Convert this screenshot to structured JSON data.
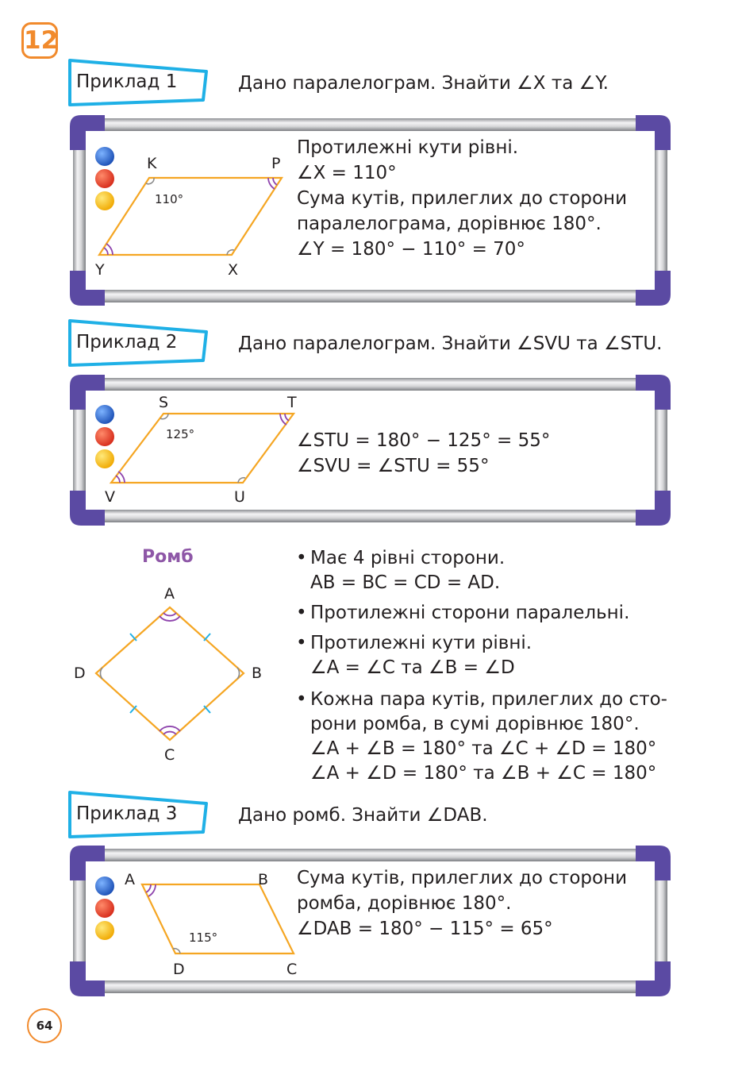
{
  "chapter": "12",
  "page_number": "64",
  "colors": {
    "accent_orange": "#f18a2c",
    "tag_blue": "#1fb0e6",
    "frame_purple": "#5b4aa3",
    "figure_orange": "#f5a623",
    "angle_purple": "#8e44ad",
    "title_purple": "#8e57a7"
  },
  "example1": {
    "label": "Приклад 1",
    "task": "Дано паралелограм. Знайти ∠X та ∠Y.",
    "figure": {
      "K": "K",
      "P": "P",
      "Y": "Y",
      "X": "X",
      "angle": "110°"
    },
    "solution": [
      "Протилежні кути рівні.",
      "∠X = 110°",
      "Сума кутів, прилеглих до сторони",
      "паралелограма, дорівнює 180°.",
      "∠Y = 180° − 110° = 70°"
    ]
  },
  "example2": {
    "label": "Приклад 2",
    "task": "Дано паралелограм. Знайти ∠SVU та ∠STU.",
    "figure": {
      "S": "S",
      "T": "T",
      "V": "V",
      "U": "U",
      "angle": "125°"
    },
    "solution": [
      "∠STU = 180° − 125° = 55°",
      "∠SVU = ∠STU = 55°"
    ]
  },
  "rhombus": {
    "title": "Ромб",
    "figure": {
      "A": "A",
      "B": "B",
      "C": "C",
      "D": "D"
    },
    "bullet_symbol": "•",
    "bullets": [
      [
        "Має 4 рівні сторони.",
        "AB = BC = CD = AD."
      ],
      [
        "Протилежні сторони паралельні."
      ],
      [
        "Протилежні кути рівні.",
        "∠A = ∠C та ∠B = ∠D"
      ],
      [
        "Кожна пара кутів, прилеглих до сто-",
        "рони ромба, в сумі дорівнює 180°.",
        "∠A + ∠B = 180° та ∠C + ∠D = 180°",
        "∠A + ∠D = 180° та ∠B + ∠C = 180°"
      ]
    ]
  },
  "example3": {
    "label": "Приклад 3",
    "task": "Дано ромб. Знайти ∠DAB.",
    "figure": {
      "A": "A",
      "B": "B",
      "D": "D",
      "C": "C",
      "angle": "115°"
    },
    "solution": [
      "Сума кутів, прилеглих до сторони",
      "ромба, дорівнює 180°.",
      "∠DAB = 180° − 115° = 65°"
    ]
  }
}
